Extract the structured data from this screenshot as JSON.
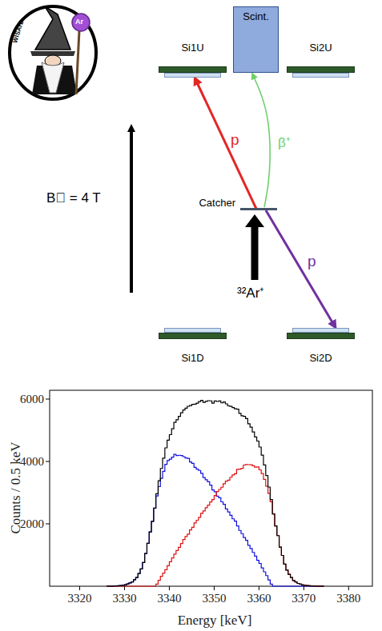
{
  "diagram": {
    "nodes": [
      {
        "text": [
          "Si1U"
        ]
      },
      {
        "text": [
          "Scint."
        ]
      },
      {
        "text": [
          "Si2U"
        ]
      },
      {
        "text": [
          "Catcher"
        ]
      },
      {
        "text": [
          "Si1D"
        ]
      },
      {
        "text": [
          "Si2D"
        ]
      }
    ],
    "edges": [
      {
        "from": 3,
        "to": 0,
        "arrow": "to",
        "label": "p"
      },
      {
        "from": 3,
        "to": 1,
        "arrow": "to",
        "label": "β⁺"
      },
      {
        "from": 3,
        "to": 5,
        "arrow": "to",
        "label": "p"
      }
    ],
    "labels": [
      "WISArD",
      "Ar",
      "B⃗ = 4 T",
      "³²Ar⁺",
      "6000",
      "4000",
      "2000",
      "3320",
      "3330",
      "3340",
      "3350",
      "3360",
      "3370",
      "3380",
      "Counts / 0.5 keV",
      "Energy [keV]"
    ]
  }
}
